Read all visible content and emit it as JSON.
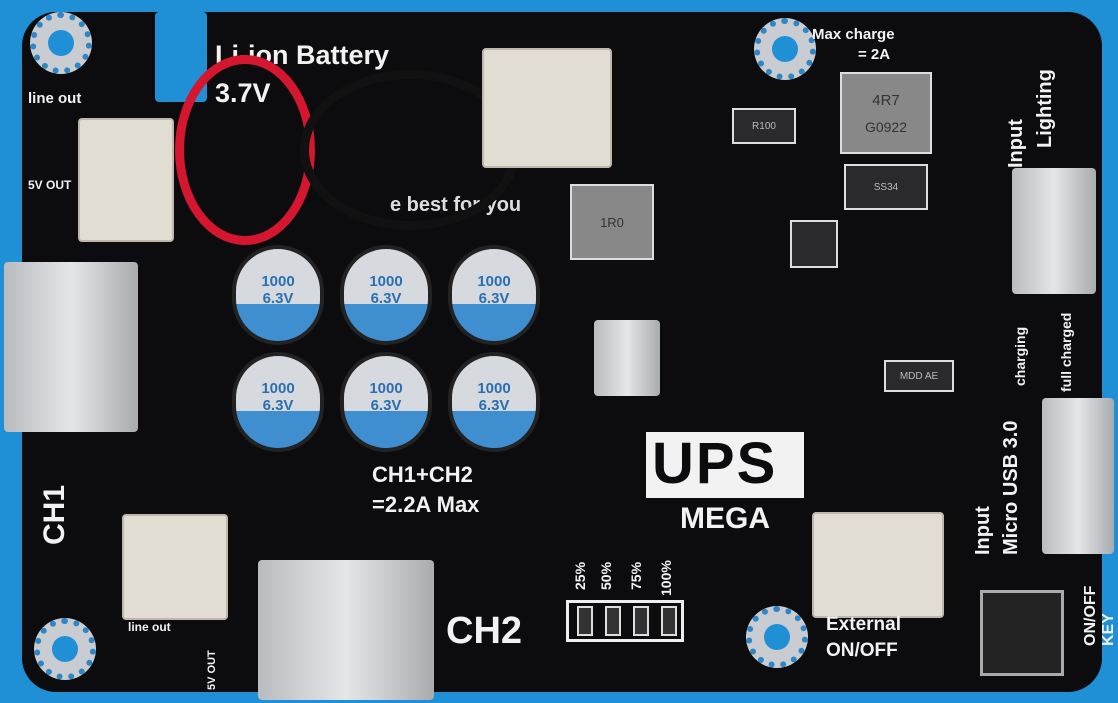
{
  "battery": {
    "title": "Li-ion Battery",
    "voltage": "3.7V",
    "slogan": "e best for you"
  },
  "line_out_top": {
    "label": "line out",
    "sub": "5V OUT"
  },
  "line_out_bottom": {
    "label": "line out",
    "sub": "5V OUT"
  },
  "charge": {
    "label": "Max charge",
    "value": "= 2A"
  },
  "input_lighting": {
    "input": "Input",
    "port": "Lighting"
  },
  "ch1": {
    "label": "CH1"
  },
  "ch2": {
    "label": "CH2"
  },
  "output_limit": {
    "line1": "CH1+CH2",
    "line2": "=2.2A Max"
  },
  "brand": {
    "ups": "UPS",
    "mega": "MEGA"
  },
  "levels": [
    "25%",
    "50%",
    "75%",
    "100%"
  ],
  "external": {
    "line1": "External",
    "line2": "ON/OFF"
  },
  "input_micro": {
    "input": "Input",
    "port": "Micro USB 3.0"
  },
  "status_leds": {
    "charging": "charging",
    "full": "full charged"
  },
  "key": {
    "line1": "ON/OFF",
    "line2": "KEY"
  },
  "capacitors": [
    {
      "value": "1000",
      "rating": "6.3V"
    },
    {
      "value": "1000",
      "rating": "6.3V"
    },
    {
      "value": "1000",
      "rating": "6.3V"
    },
    {
      "value": "1000",
      "rating": "6.3V"
    },
    {
      "value": "1000",
      "rating": "6.3V"
    },
    {
      "value": "1000",
      "rating": "6.3V"
    }
  ],
  "components": {
    "resistor": "R100",
    "inductor_main": "4R7",
    "inductor_sub": "G0922",
    "diode": "SS34",
    "inductor2": "1R0",
    "diode2": "MDD AE"
  },
  "colors": {
    "background": "#1f8fd6",
    "board": "#0c0c0e",
    "silk": "#f2f2f2",
    "wire_red": "#d5162f"
  }
}
